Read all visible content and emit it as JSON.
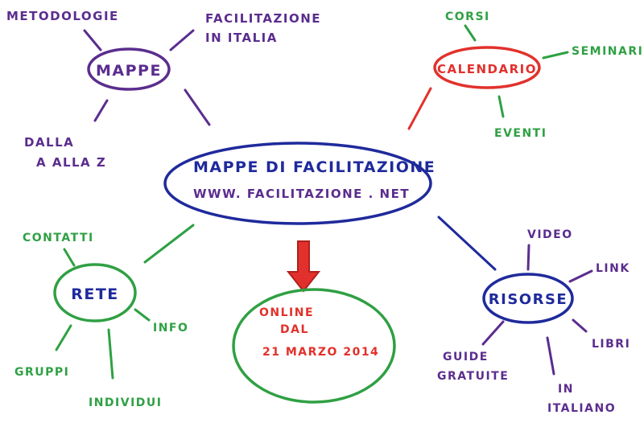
{
  "colors": {
    "purple": "#5b2d8e",
    "blue": "#1f2a9c",
    "red": "#e2312c",
    "green": "#2fa043"
  },
  "center": {
    "title": "MAPPE DI FACILITAZIONE",
    "url": "WWW. FACILITAZIONE . NET"
  },
  "mappe": {
    "label": "MAPPE",
    "branches": [
      "METODOLOGIE",
      "FACILITAZIONE",
      "IN ITALIA",
      "DALLA",
      "A ALLA Z"
    ]
  },
  "calendario": {
    "label": "CALENDARIO",
    "branches": [
      "CORSI",
      "SEMINARI",
      "EVENTI"
    ]
  },
  "rete": {
    "label": "RETE",
    "branches": [
      "CONTATTI",
      "INFO",
      "GRUPPI",
      "INDIVIDUI"
    ]
  },
  "online": {
    "lines": [
      "ONLINE",
      "DAL",
      "21 MARZO 2014"
    ]
  },
  "risorse": {
    "label": "RISORSE",
    "branches": [
      "VIDEO",
      "LINK",
      "LIBRI",
      "GUIDE",
      "GRATUITE",
      "IN",
      "ITALIANO"
    ]
  }
}
